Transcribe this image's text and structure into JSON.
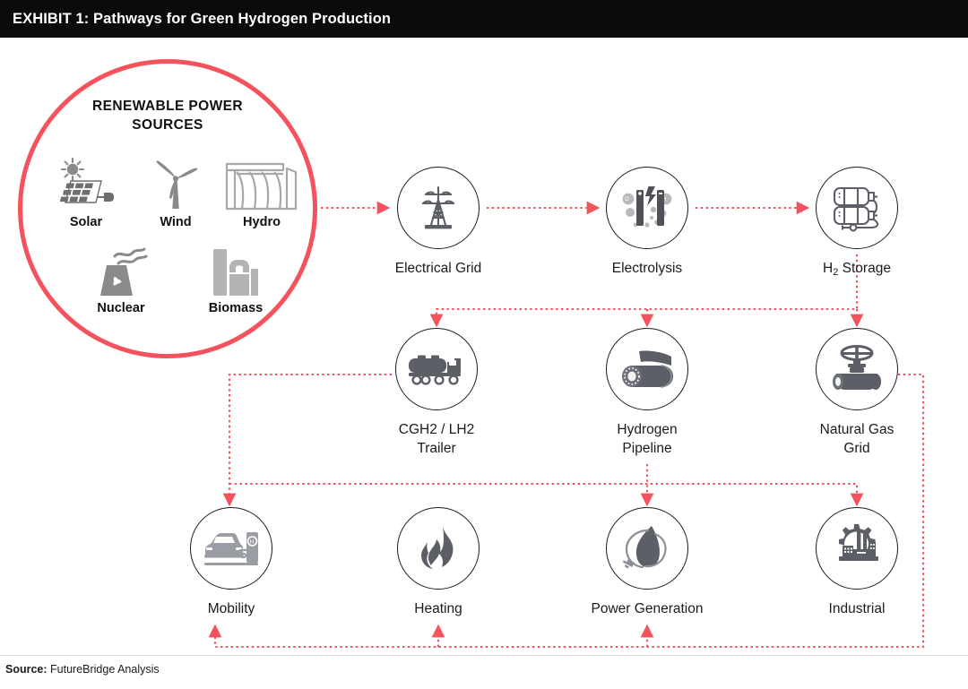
{
  "header": {
    "title": "EXHIBIT 1: Pathways for Green Hydrogen Production"
  },
  "renewable_group": {
    "title_line1": "RENEWABLE POWER",
    "title_line2": "SOURCES",
    "accent_color": "#F4525C",
    "sources": [
      {
        "label": "Solar",
        "icon": "solar-panel-icon"
      },
      {
        "label": "Wind",
        "icon": "wind-turbine-icon"
      },
      {
        "label": "Hydro",
        "icon": "hydro-dam-icon"
      },
      {
        "label": "Nuclear",
        "icon": "nuclear-plant-icon"
      },
      {
        "label": "Biomass",
        "icon": "biomass-plant-icon"
      }
    ]
  },
  "nodes": [
    {
      "id": "electrical-grid",
      "label": "Electrical Grid",
      "icon": "transmission-tower-icon"
    },
    {
      "id": "electrolysis",
      "label": "Electrolysis",
      "icon": "electrolyzer-icon"
    },
    {
      "id": "h2-storage",
      "label_pre": "H",
      "label_sub": "2",
      "label_post": " Storage",
      "label": "H2 Storage",
      "icon": "gas-cylinder-icon"
    },
    {
      "id": "cgh2-lh2-trailer",
      "label_line1": "CGH2 / LH2",
      "label_line2": "Trailer",
      "label": "CGH2 / LH2 Trailer",
      "icon": "tanker-truck-icon"
    },
    {
      "id": "hydrogen-pipeline",
      "label_line1": "Hydrogen",
      "label_line2": "Pipeline",
      "label": "Hydrogen Pipeline",
      "icon": "pipeline-icon"
    },
    {
      "id": "natural-gas-grid",
      "label_line1": "Natural Gas",
      "label_line2": "Grid",
      "label": "Natural Gas Grid",
      "icon": "valve-icon"
    },
    {
      "id": "mobility",
      "label": "Mobility",
      "icon": "hydrogen-refueling-car-icon"
    },
    {
      "id": "heating",
      "label": "Heating",
      "icon": "flame-icon"
    },
    {
      "id": "power-generation",
      "label": "Power Generation",
      "icon": "leaf-plug-icon"
    },
    {
      "id": "industrial",
      "label": "Industrial",
      "icon": "factory-gear-icon"
    }
  ],
  "flows": [
    {
      "from": "renewable-sources",
      "to": "electrical-grid"
    },
    {
      "from": "electrical-grid",
      "to": "electrolysis"
    },
    {
      "from": "electrolysis",
      "to": "h2-storage"
    },
    {
      "from": "h2-storage",
      "to": "cgh2-lh2-trailer"
    },
    {
      "from": "h2-storage",
      "to": "hydrogen-pipeline"
    },
    {
      "from": "h2-storage",
      "to": "natural-gas-grid"
    },
    {
      "from": "cgh2-lh2-trailer",
      "to": "mobility"
    },
    {
      "from": "hydrogen-pipeline",
      "to": "power-generation"
    },
    {
      "from": "natural-gas-grid",
      "to": "industrial"
    },
    {
      "from": "natural-gas-grid",
      "to": "mobility"
    },
    {
      "from": "natural-gas-grid",
      "to": "heating"
    },
    {
      "from": "natural-gas-grid",
      "to": "power-generation"
    }
  ],
  "footer": {
    "source_label": "Source:",
    "source_value": "FutureBridge Analysis"
  }
}
